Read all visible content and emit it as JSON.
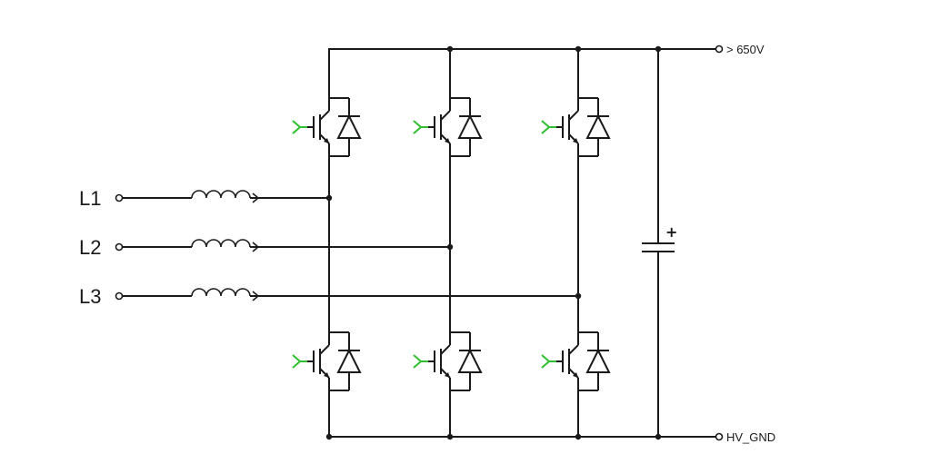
{
  "diagram": {
    "rails": {
      "top_label": "> 650V",
      "bottom_label": "HV_GND"
    },
    "phases": [
      {
        "label": "L1"
      },
      {
        "label": "L2"
      },
      {
        "label": "L3"
      }
    ],
    "capacitor": {
      "polarity_mark": "+"
    },
    "switch_legs": [
      {
        "name": "leg-1"
      },
      {
        "name": "leg-2"
      },
      {
        "name": "leg-3"
      }
    ],
    "colors": {
      "wire": "#1a1a1a",
      "gate_lead": "#2fbf2f",
      "background": "#ffffff"
    }
  }
}
